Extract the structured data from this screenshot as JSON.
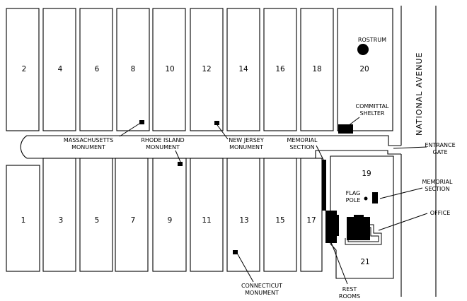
{
  "map": {
    "street_name": "NATIONAL AVENUE",
    "sections": {
      "1": "1",
      "2": "2",
      "3": "3",
      "4": "4",
      "5": "5",
      "6": "6",
      "7": "7",
      "8": "8",
      "9": "9",
      "10": "10",
      "11": "11",
      "12": "12",
      "13": "13",
      "14": "14",
      "15": "15",
      "16": "16",
      "17": "17",
      "18": "18",
      "19": "19",
      "20": "20",
      "21": "21"
    },
    "labels": {
      "rostrum": "ROSTRUM",
      "committal_shelter": [
        "COMMITTAL",
        "SHELTER"
      ],
      "massachusetts_monument": [
        "MASSACHUSETTS",
        "MONUMENT"
      ],
      "rhode_island_monument": [
        "RHODE ISLAND",
        "MONUMENT"
      ],
      "new_jersey_monument": [
        "NEW JERSEY",
        "MONUMENT"
      ],
      "memorial_section_top": [
        "MEMORIAL",
        "SECTION"
      ],
      "entrance_gate": [
        "ENTRANCE",
        "GATE"
      ],
      "flag_pole": [
        "FLAG",
        "POLE"
      ],
      "memorial_section_right": [
        "MEMORIAL",
        "SECTION"
      ],
      "office": "OFFICE",
      "connecticut_monument": [
        "CONNECTICUT",
        "MONUMENT"
      ],
      "rest_rooms": [
        "REST",
        "ROOMS"
      ]
    }
  }
}
